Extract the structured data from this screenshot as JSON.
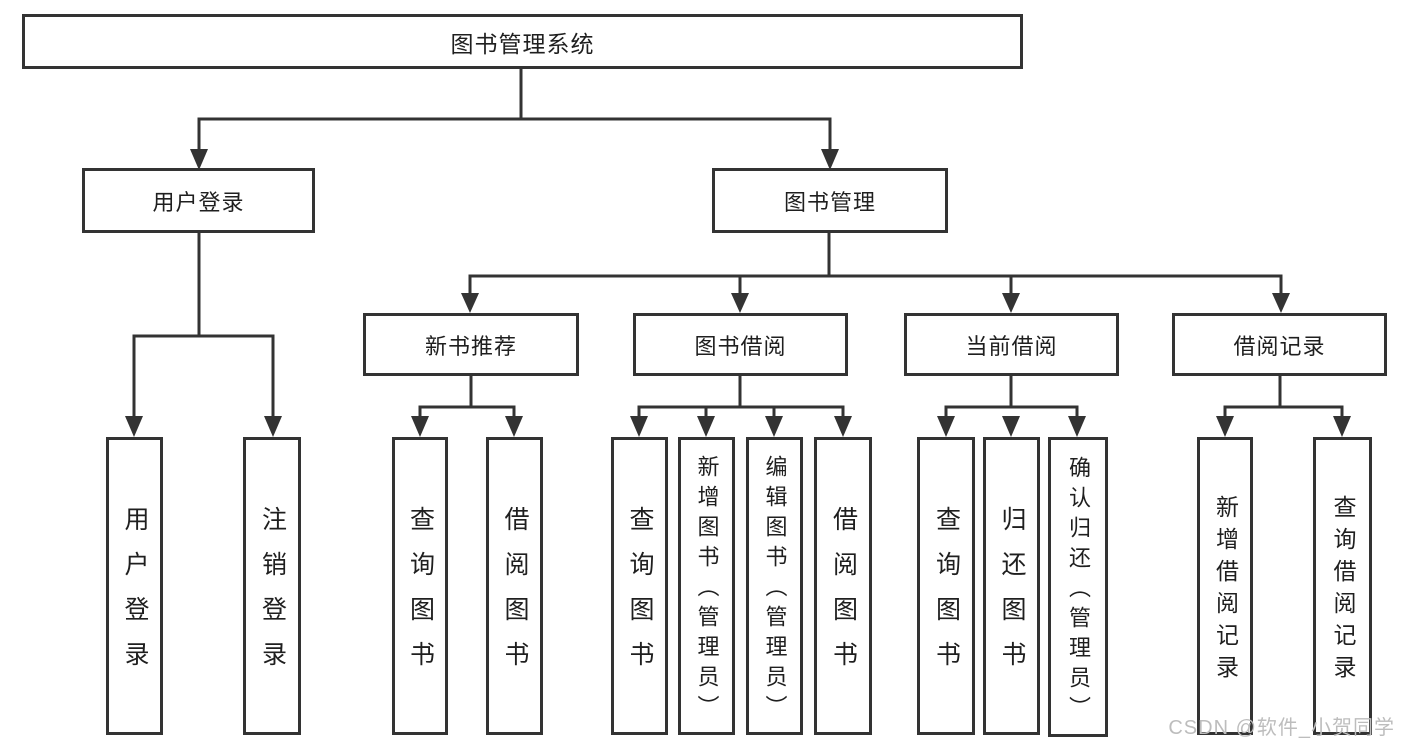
{
  "nodes": {
    "root": "图书管理系统",
    "level2": [
      "用户登录",
      "图书管理"
    ],
    "level3": [
      "新书推荐",
      "图书借阅",
      "当前借阅",
      "借阅记录"
    ],
    "leaves": [
      "用户登录",
      "注销登录",
      "查询图书",
      "借阅图书",
      "查询图书",
      "新增图书（管理员）",
      "编辑图书（管理员）",
      "借阅图书",
      "查询图书",
      "归还图书",
      "确认归还（管理员）",
      "新增借阅记录",
      "查询借阅记录"
    ]
  },
  "watermark": "CSDN @软件_小贺同学",
  "colors": {
    "line": "#333333",
    "text": "#1f1f1f",
    "watermark": "#bdbdbd",
    "background": "#ffffff"
  }
}
